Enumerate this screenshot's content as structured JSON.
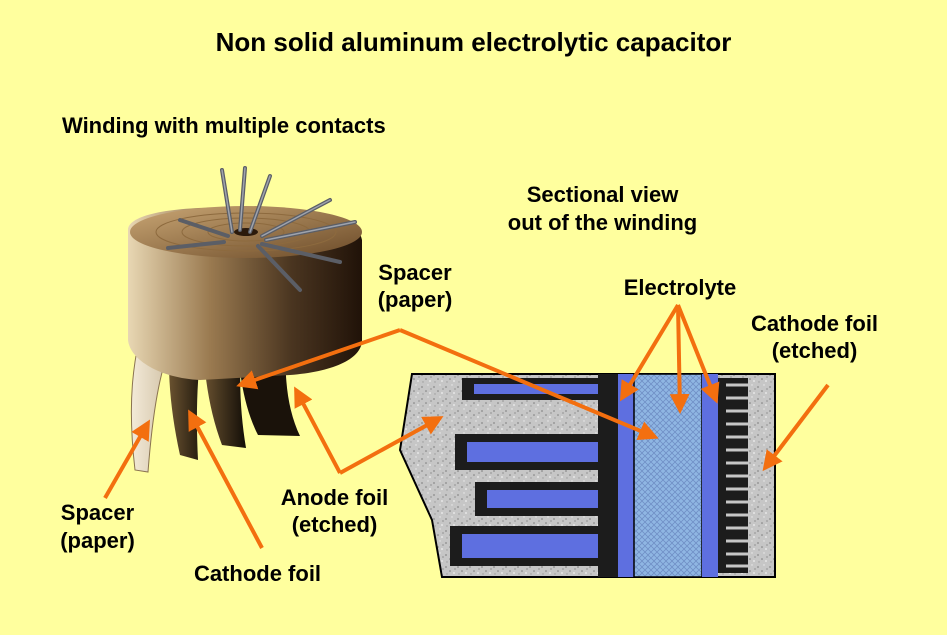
{
  "title": "Non solid aluminum electrolytic capacitor",
  "labels": {
    "winding": "Winding with multiple contacts",
    "sectional_line1": "Sectional view",
    "sectional_line2": "out of the winding",
    "spacer_top_line1": "Spacer",
    "spacer_top_line2": "(paper)",
    "electrolyte": "Electrolyte",
    "cathode_foil_etched_line1": "Cathode foil",
    "cathode_foil_etched_line2": "(etched)",
    "anode_foil_line1": "Anode foil",
    "anode_foil_line2": "(etched)",
    "spacer_bottom_line1": "Spacer",
    "spacer_bottom_line2": "(paper)",
    "cathode_foil": "Cathode foil"
  },
  "colors": {
    "background": "#ffff9e",
    "arrow": "#f36f0f",
    "spacer_paper": "#c9c9c9",
    "electrolyte_blue": "#5e6fe0",
    "electrolyte_light": "#8fb6e3",
    "foil_dark": "#1a1a1a"
  }
}
